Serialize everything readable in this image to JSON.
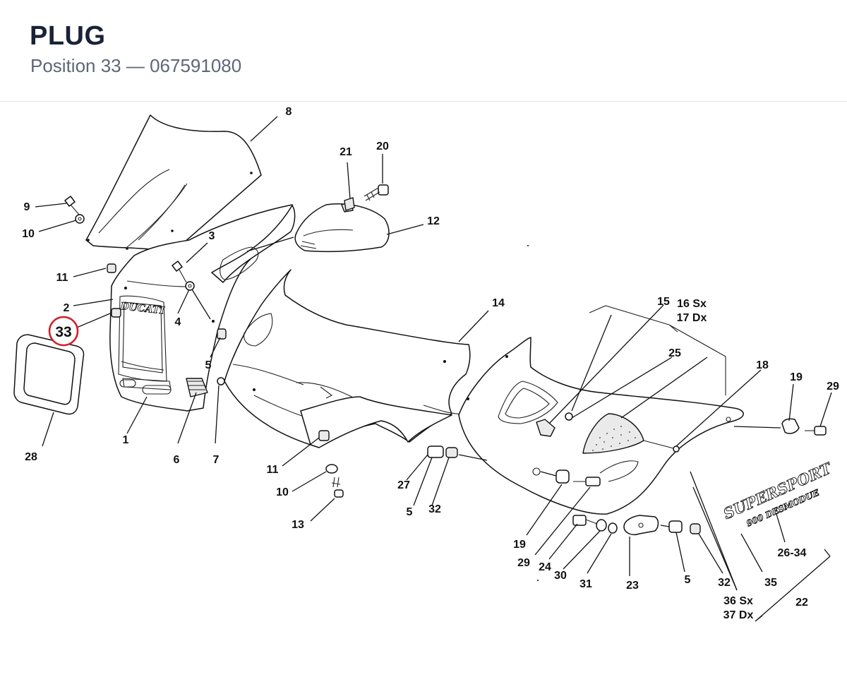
{
  "header": {
    "part_name": "PLUG",
    "subtitle": "Position 33 — 067591080"
  },
  "highlight": {
    "label": "33",
    "color": "#d0202a"
  },
  "decal": {
    "line1": "SUPERSPORT",
    "line2": "900 DESMODUE"
  },
  "callouts": {
    "c1": "1",
    "c2": "2",
    "c3": "3",
    "c4": "4",
    "c5a": "5",
    "c5b": "5",
    "c5c": "5",
    "c6": "6",
    "c7": "7",
    "c8": "8",
    "c9": "9",
    "c10a": "10",
    "c10b": "10",
    "c11a": "11",
    "c11b": "11",
    "c12": "12",
    "c13": "13",
    "c14": "14",
    "c15": "15",
    "c16": "16 Sx",
    "c17": "17 Dx",
    "c18": "18",
    "c19a": "19",
    "c19b": "19",
    "c20": "20",
    "c21": "21",
    "c22": "22",
    "c23": "23",
    "c24": "24",
    "c25": "25",
    "c2634": "26-34",
    "c27": "27",
    "c28": "28",
    "c29a": "29",
    "c29b": "29",
    "c30": "30",
    "c31": "31",
    "c32a": "32",
    "c32b": "32",
    "c35": "35",
    "c36": "36 Sx",
    "c37": "37 Dx"
  }
}
